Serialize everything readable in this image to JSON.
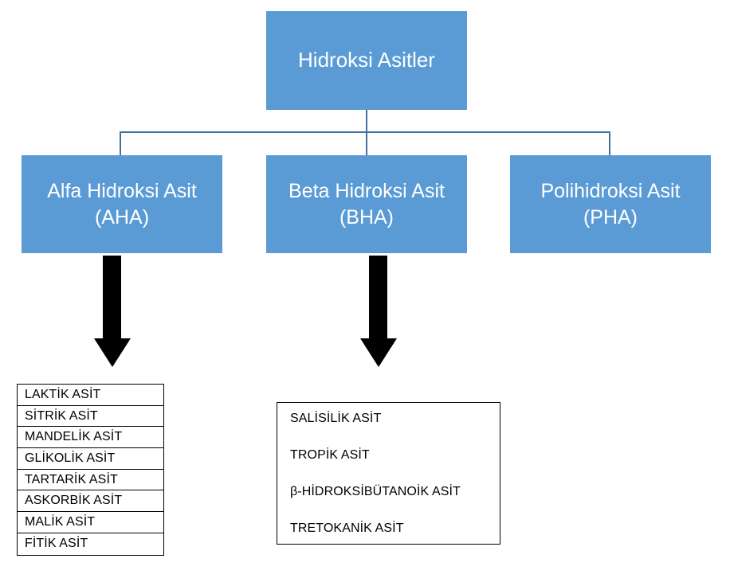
{
  "diagram": {
    "title": "Hidroksi Asitler",
    "accent_color": "#5B9BD5",
    "connector_color": "#41719C",
    "arrow_color": "#000000",
    "root": {
      "label": "Hidroksi Asitler"
    },
    "branches": [
      {
        "label": "Alfa Hidroksi Asit\n(AHA)",
        "abbr": "AHA"
      },
      {
        "label": "Beta Hidroksi Asit\n(BHA)",
        "abbr": "BHA"
      },
      {
        "label": "Polihidroksi Asit\n(PHA)",
        "abbr": "PHA"
      }
    ],
    "aha_list": [
      "LAKTİK ASİT",
      "SİTRİK ASİT",
      "MANDELİK ASİT",
      "GLİKOLİK ASİT",
      "TARTARİK ASİT",
      "ASKORBİK ASİT",
      "MALİK ASİT",
      "FİTİK ASİT"
    ],
    "bha_list": [
      "SALİSİLİK ASİT",
      "TROPİK ASİT",
      "β-HİDROKSİBÜTANOİK ASİT",
      "TRETOKANİK ASİT"
    ]
  }
}
